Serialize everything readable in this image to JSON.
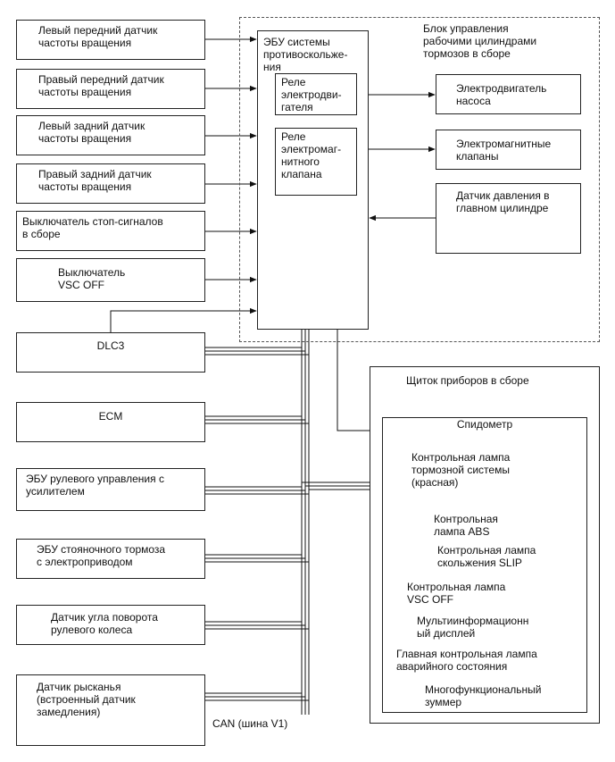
{
  "inputs": [
    {
      "id": "front-left-sensor",
      "label": "Левый передний датчик\nчастоты вращения"
    },
    {
      "id": "front-right-sensor",
      "label": "Правый передний датчик\nчастоты вращения"
    },
    {
      "id": "rear-left-sensor",
      "label": "Левый задний датчик\nчастоты вращения"
    },
    {
      "id": "rear-right-sensor",
      "label": "Правый задний датчик\nчастоты вращения"
    },
    {
      "id": "stop-light-switch",
      "label": "Выключатель стоп-сигналов\nв сборе"
    },
    {
      "id": "vsc-off-switch",
      "label": "Выключатель\nVSC OFF"
    }
  ],
  "actuator_block": {
    "title": "Блок управления\nрабочими цилиндрами\nтормозов в сборе",
    "ecu": "ЭБУ системы\nпротивоскольже-\nния",
    "motor_relay": "Реле\nэлектродви-\nгателя",
    "solenoid_relay": "Реле\nэлектромаг-\nнитного\nклапана",
    "pump_motor": "Электродвигатель\nнасоса",
    "solenoid_valves": "Электромагнитные\nклапаны",
    "master_cylinder_sensor": "Датчик давления в\nглавном цилиндре"
  },
  "can_nodes": [
    {
      "id": "dlc3",
      "label": "DLC3"
    },
    {
      "id": "ecm",
      "label": "ECM"
    },
    {
      "id": "eps-ecu",
      "label": "ЭБУ рулевого управления с\nусилителем"
    },
    {
      "id": "epb-ecu",
      "label": "ЭБУ стояночного тормоза\nс электроприводом"
    },
    {
      "id": "steering-angle-sensor",
      "label": "Датчик угла поворота\nрулевого колеса"
    },
    {
      "id": "yaw-rate-sensor",
      "label": "Датчик рысканья\n(встроенный датчик\nзамедления)"
    }
  ],
  "can_bus_label": "CAN (шина V1)",
  "combination_meter": {
    "title": "Щиток приборов в сборе",
    "items": [
      "Спидометр",
      "Контрольная лампа\nтормозной системы\n(красная)",
      "Контрольная\nлампа ABS",
      "Контрольная лампа\nскольжения SLIP",
      "Контрольная лампа\nVSC OFF",
      "Мультиинформационн\nый дисплей",
      "Главная контрольная лампа\nаварийного состояния",
      "Многофункциональный\nзуммер"
    ]
  }
}
